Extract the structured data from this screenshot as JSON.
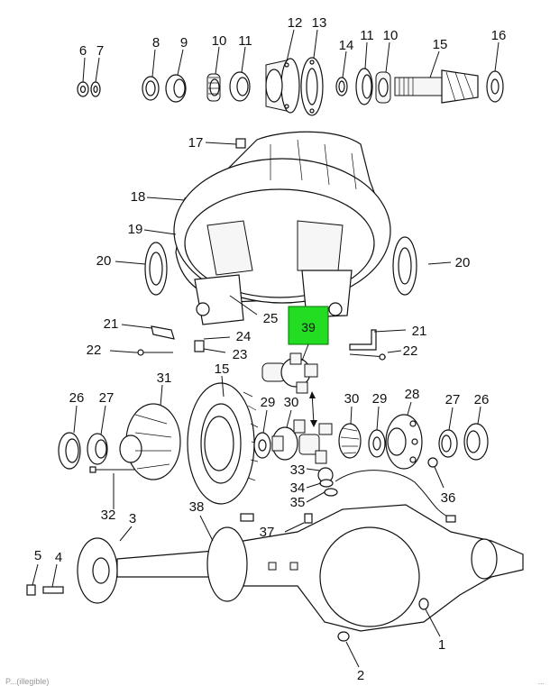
{
  "diagram": {
    "highlight": {
      "label": "39",
      "color": "#22dd22"
    },
    "callouts": [
      "1",
      "2",
      "3",
      "4",
      "5",
      "6",
      "7",
      "8",
      "9",
      "10",
      "11",
      "12",
      "13",
      "14",
      "11",
      "10",
      "15",
      "16",
      "17",
      "18",
      "19",
      "20",
      "20",
      "21",
      "21",
      "22",
      "22",
      "23",
      "24",
      "25",
      "15",
      "26",
      "27",
      "31",
      "29",
      "30",
      "30",
      "29",
      "28",
      "27",
      "26",
      "33",
      "34",
      "35",
      "36",
      "32",
      "38",
      "37"
    ],
    "footer_left": "P...(illegible)",
    "footer_right": "..."
  }
}
